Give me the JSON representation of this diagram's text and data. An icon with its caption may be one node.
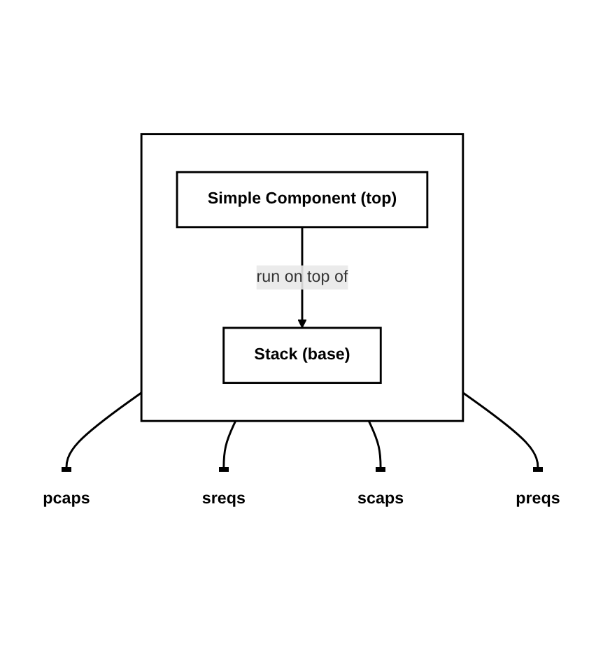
{
  "diagram": {
    "nodes": [
      {
        "text": [],
        "shape": "box"
      },
      {
        "text": [
          "Simple Component (top)"
        ],
        "in": 0
      },
      {
        "text": [
          "Stack (base)"
        ],
        "in": 0
      },
      {
        "text": [
          "pcaps"
        ]
      },
      {
        "text": [
          "sreqs"
        ]
      },
      {
        "text": [
          "scaps"
        ]
      },
      {
        "text": [
          "preqs"
        ]
      }
    ],
    "edges": [
      {
        "from": 1,
        "to": 2,
        "arrow": "to",
        "label": "run on top of"
      },
      {
        "from": 0,
        "to": 3,
        "arrow": "other"
      },
      {
        "from": 0,
        "to": 4,
        "arrow": "other"
      },
      {
        "from": 0,
        "to": 5,
        "arrow": "other"
      },
      {
        "from": 0,
        "to": 6,
        "arrow": "other"
      }
    ]
  }
}
